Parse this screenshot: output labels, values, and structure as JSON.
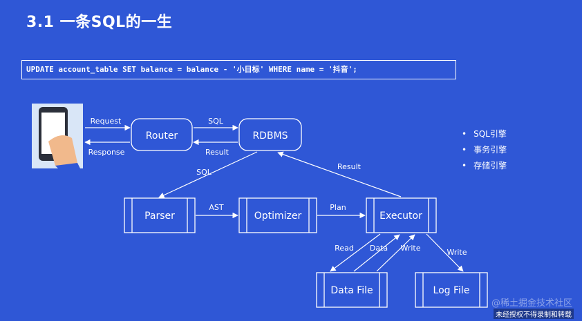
{
  "title": "3.1 一条SQL的一生",
  "sql_statement": "UPDATE account_table SET balance = balance - '小目标' WHERE name = '抖音';",
  "nodes": {
    "router": "Router",
    "rdbms": "RDBMS",
    "parser": "Parser",
    "optimizer": "Optimizer",
    "executor": "Executor",
    "data_file": "Data File",
    "log_file": "Log File"
  },
  "edges": {
    "request": "Request",
    "response": "Response",
    "sql_top": "SQL",
    "result_top": "Result",
    "sql_mid": "SQL",
    "result_mid": "Result",
    "ast": "AST",
    "plan": "Plan",
    "read": "Read",
    "data": "Data",
    "write_data": "Write",
    "write_log": "Write"
  },
  "engines": [
    "SQL引擎",
    "事务引擎",
    "存储引擎"
  ],
  "watermark": "@稀土掘金技术社区",
  "watermark_note": "未经授权不得录制和转载",
  "icons": [
    "phone-hand-icon"
  ],
  "colors": {
    "background": "#2f57d6",
    "line": "#ffffff",
    "phone_bg": "#d9e6f7"
  }
}
